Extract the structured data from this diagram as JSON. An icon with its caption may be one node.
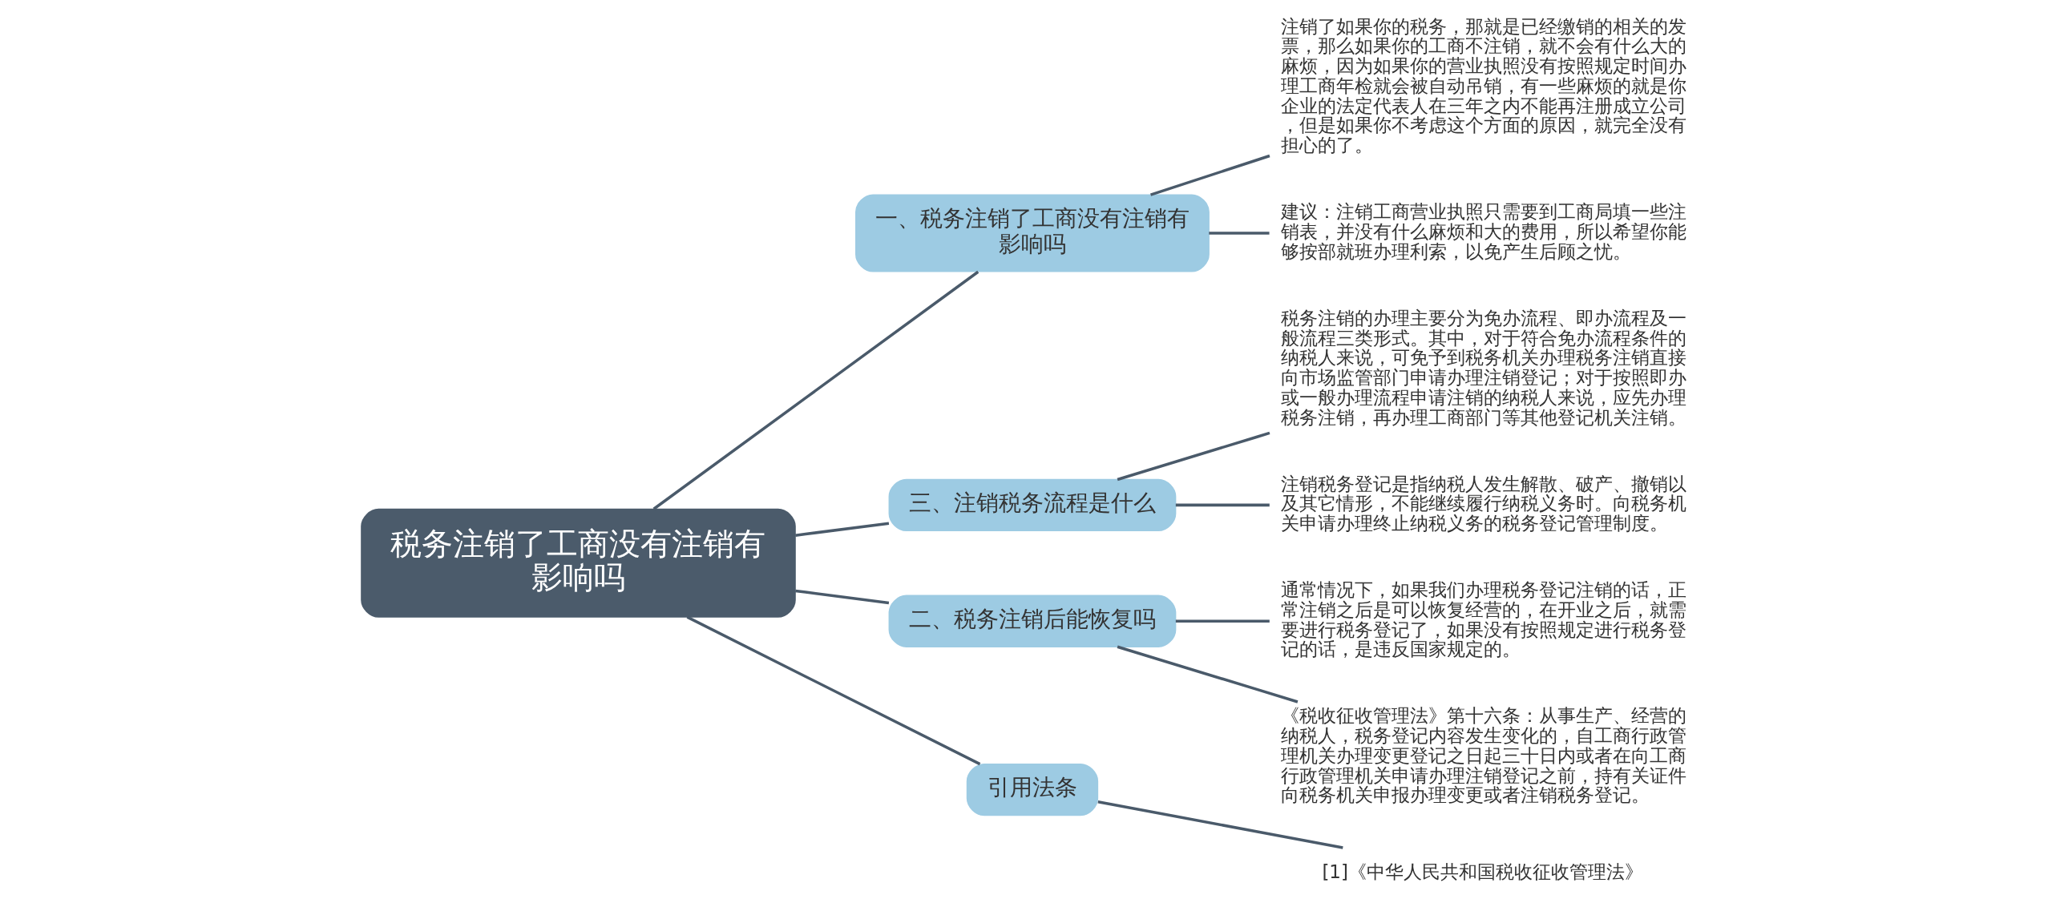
{
  "diagram": {
    "nodes": [
      {
        "text": [
          "税务注销了工商没有注销有影响吗"
        ]
      },
      {
        "text": [
          "一、税务注销了工商没有注销有影响吗"
        ]
      },
      {
        "text": [
          "注销了如果你的税务，那就是已经缴销的相关的发票，那么如果你的工商不注销，就不会有什么大的麻烦，因为如果你的营业执照没有按照规定时间办理工商年检就会被自动吊销，有一些麻烦的就是你企业的法定代表人在三年之内不能再注册成立公司，但是如果你不考虑这个方面的原因，就完全没有担心的了。"
        ]
      },
      {
        "text": [
          "建议：注销工商营业执照只需要到工商局填一些注销表，并没有什么麻烦和大的费用，所以希望你能够按部就班办理利索，以免产生后顾之忧。"
        ]
      },
      {
        "text": [
          "三、注销税务流程是什么"
        ]
      },
      {
        "text": [
          "税务注销的办理主要分为免办流程、即办流程及一般流程三类形式。其中，对于符合免办流程条件的纳税人来说，可免予到税务机关办理税务注销直接向市场监管部门申请办理注销登记；对于按照即办或一般办理流程申请注销的纳税人来说，应先办理税务注销，再办理工商部门等其他登记机关注销。"
        ]
      },
      {
        "text": [
          "注销税务登记是指纳税人发生解散、破产、撤销以及其它情形，不能继续履行纳税义务时。向税务机关申请办理终止纳税义务的税务登记管理制度。"
        ]
      },
      {
        "text": [
          "二、税务注销后能恢复吗"
        ]
      },
      {
        "text": [
          "通常情况下，如果我们办理税务登记注销的话，正常注销之后是可以恢复经营的，在开业之后，就需要进行税务登记了，如果没有按照规定进行税务登记的话，是违反国家规定的。"
        ]
      },
      {
        "text": [
          "《税收征收管理法》第十六条：从事生产、经营的纳税人，税务登记内容发生变化的，自工商行政管理机关办理变更登记之日起三十日内或者在向工商行政管理机关申请办理注销登记之前，持有关证件向税务机关申报办理变更或者注销税务登记。"
        ]
      },
      {
        "text": [
          "引用法条"
        ]
      },
      {
        "text": [
          "[1]《中华人民共和国税收征收管理法》"
        ]
      }
    ],
    "edges": [
      {
        "from": 0,
        "to": 1,
        "arrow": "none"
      },
      {
        "from": 1,
        "to": 2,
        "arrow": "none"
      },
      {
        "from": 1,
        "to": 3,
        "arrow": "none"
      },
      {
        "from": 0,
        "to": 4,
        "arrow": "none"
      },
      {
        "from": 4,
        "to": 5,
        "arrow": "none"
      },
      {
        "from": 4,
        "to": 6,
        "arrow": "none"
      },
      {
        "from": 0,
        "to": 7,
        "arrow": "none"
      },
      {
        "from": 7,
        "to": 8,
        "arrow": "none"
      },
      {
        "from": 7,
        "to": 9,
        "arrow": "none"
      },
      {
        "from": 0,
        "to": 10,
        "arrow": "none"
      },
      {
        "from": 10,
        "to": 11,
        "arrow": "none"
      }
    ]
  }
}
